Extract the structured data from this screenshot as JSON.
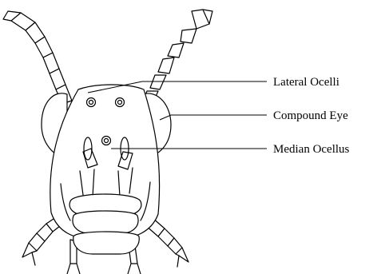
{
  "figure": {
    "labels": [
      {
        "id": "lateral-ocelli",
        "text": "Lateral Ocelli"
      },
      {
        "id": "compound-eye",
        "text": "Compound Eye"
      },
      {
        "id": "median-ocellus",
        "text": "Median Ocellus"
      }
    ]
  }
}
